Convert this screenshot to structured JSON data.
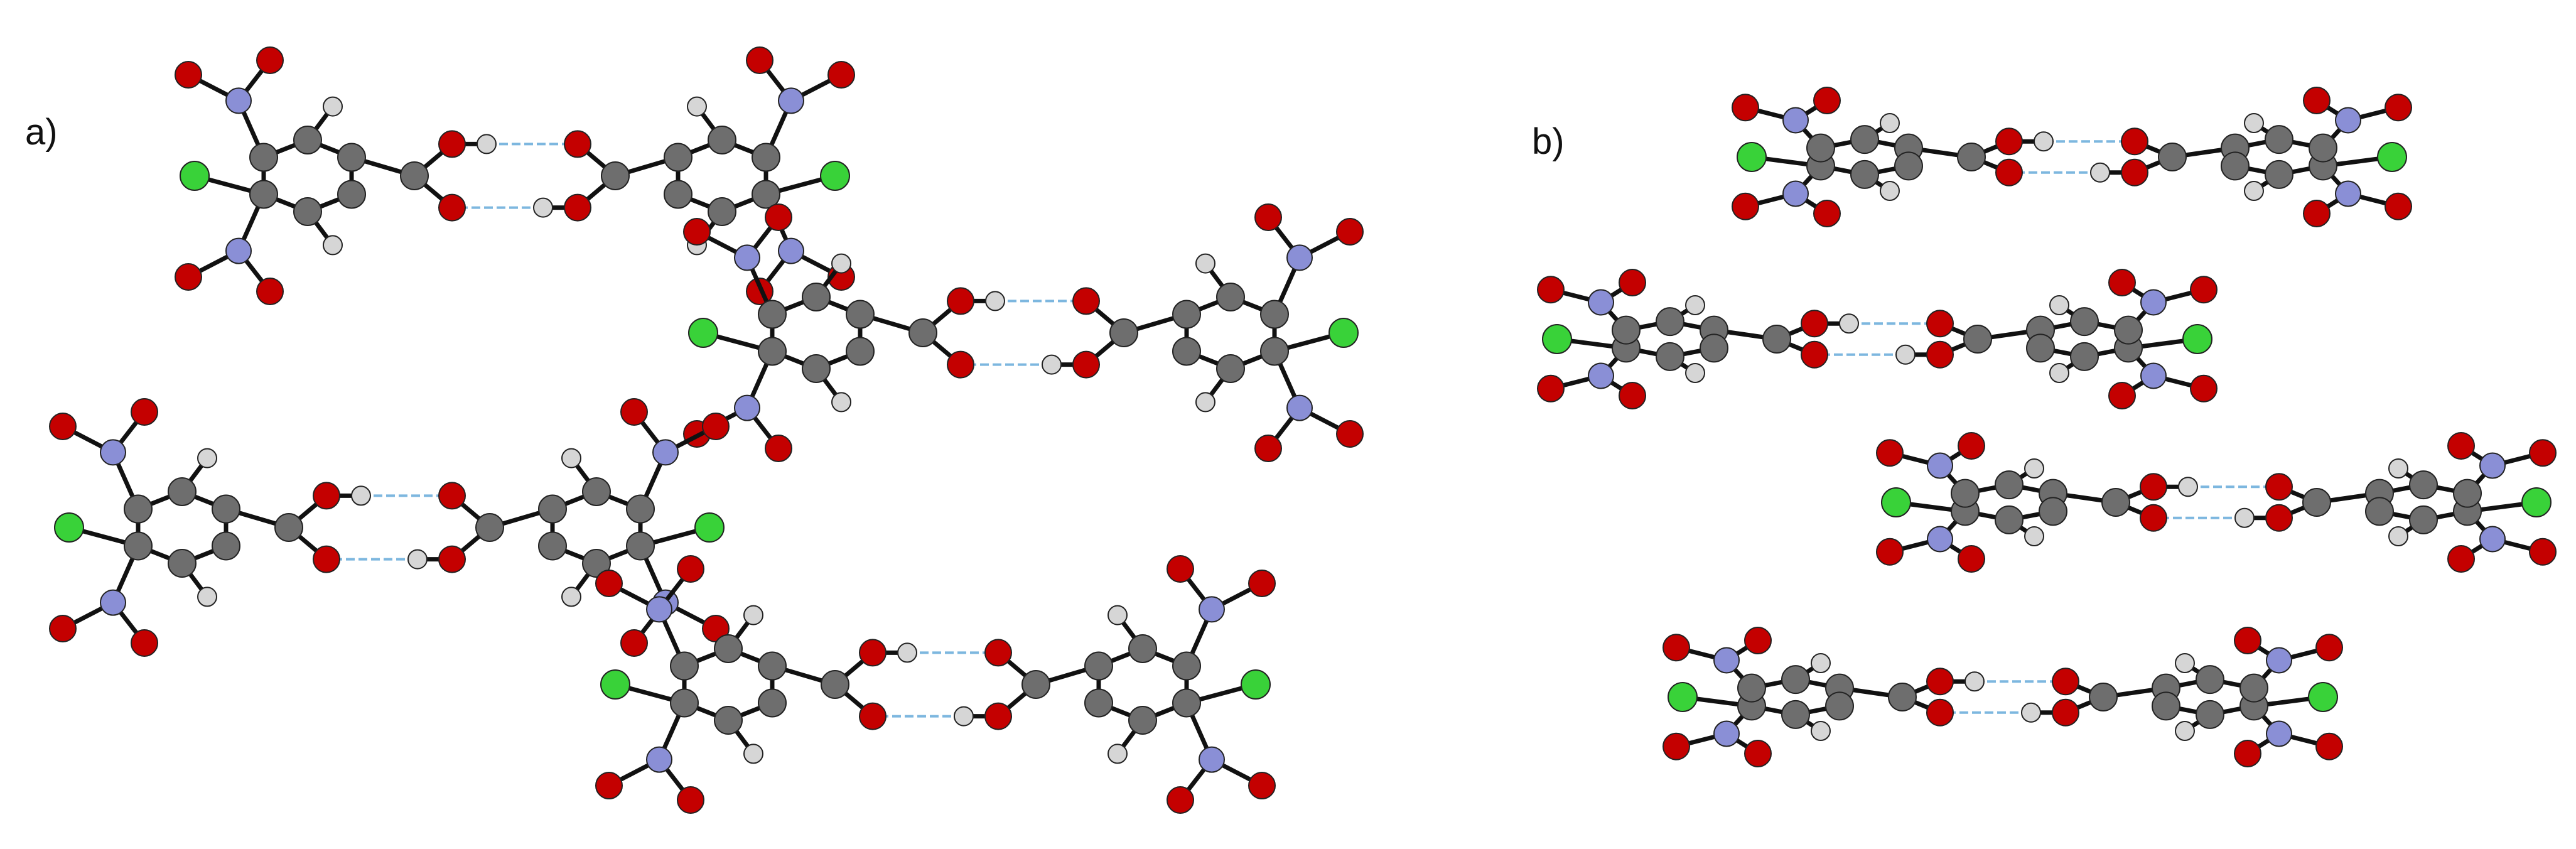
{
  "figure": {
    "panels": [
      {
        "label": "a)",
        "view": "face"
      },
      {
        "label": "b)",
        "view": "edge"
      }
    ]
  },
  "atom_colors": {
    "carbon": "#6e6e6e",
    "oxygen": "#c40000",
    "nitrogen": "#8a8fd6",
    "chlorine": "#39d239",
    "hydrogen": "#d6d6d6",
    "bond": "#111111",
    "hydrogen_bond": "#7db7df"
  }
}
